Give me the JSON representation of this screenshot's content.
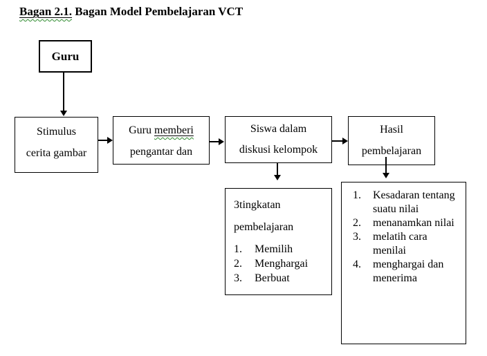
{
  "title": {
    "prefix": "Bagan 2.1.",
    "rest": " Bagan Model Pembelajaran VCT"
  },
  "colors": {
    "text": "#000000",
    "border": "#000000",
    "squiggle_green": "#2e8b2e",
    "background": "#ffffff"
  },
  "diagram": {
    "guru_box": {
      "label": "Guru"
    },
    "stimulus_box": {
      "line1": "Stimulus",
      "line2": "cerita gambar"
    },
    "pengantar_box": {
      "line1_pre": "Guru ",
      "line1_underlined": "memberi",
      "line2": "pengantar dan"
    },
    "diskusi_box": {
      "line1": "Siswa dalam",
      "line2": "diskusi kelompok"
    },
    "hasil_box": {
      "line1": "Hasil",
      "line2": "pembelajaran"
    },
    "tingkatan_box": {
      "heading_line1": "3tingkatan",
      "heading_line2": "pembelajaran",
      "items": [
        "Memilih",
        "Menghargai",
        "Berbuat"
      ]
    },
    "hasil_list_box": {
      "items": [
        "Kesadaran tentang suatu nilai",
        "menanamkan nilai",
        "melatih cara menilai",
        "menghargai dan menerima"
      ]
    }
  }
}
